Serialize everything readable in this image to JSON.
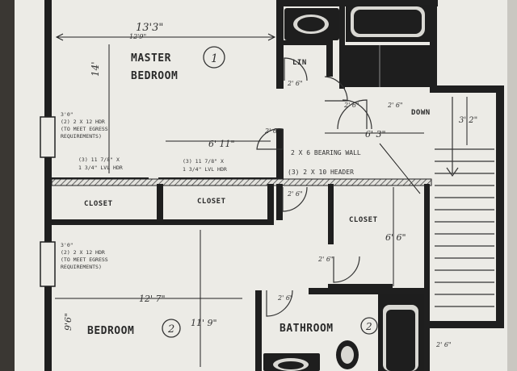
{
  "floor_plan": {
    "rooms": {
      "master_bedroom": {
        "line1": "MASTER",
        "line2": "BEDROOM",
        "number": "1"
      },
      "bedroom_2": {
        "label": "BEDROOM",
        "number": "2"
      },
      "bathroom_2": {
        "label": "BATHROOM",
        "number": "2"
      },
      "closet_left": "CLOSET",
      "closet_mid": "CLOSET",
      "closet_right": "CLOSET",
      "linen": "LIN",
      "stairs_down": "DOWN"
    },
    "dimensions": {
      "master_width": "13'3\"",
      "master_width_alt": "12'9\"",
      "master_depth": "14'",
      "hall_width": "6' 11\"",
      "hall_depth": "6' 3\"",
      "stair_width": "3' 2\"",
      "closet_depth": "6' 6\"",
      "bedroom2_width": "12' 7\"",
      "bedroom2_depth": "11' 9\"",
      "bedroom2_side": "9'6\""
    },
    "door_sizes": {
      "d1": "2' 6\"",
      "d2": "2' 6\"",
      "d3": "2' 6\"",
      "d4": "2' 6\"",
      "d5": "2' 6\"",
      "d6": "2' 6\"",
      "d7": "2' 6\"",
      "d8": "2' 6\""
    },
    "notes": {
      "window1": {
        "l1": "3'0\"",
        "l2": "(2) 2 X 12 HDR",
        "l3": "(TO MEET EGRESS",
        "l4": "REQUIREMENTS)"
      },
      "window2": {
        "l1": "3'0\"",
        "l2": "(2) 2 X 12 HDR",
        "l3": "(TO MEET EGRESS",
        "l4": "REQUIREMENTS)"
      },
      "lvl_left": {
        "l1": "(3) 11 7/8\" X",
        "l2": "1 3/4\" LVL HDR"
      },
      "lvl_mid": {
        "l1": "(3) 11 7/8\" X",
        "l2": "1 3/4\" LVL HDR"
      },
      "bearing_wall": "2 X 6 BEARING WALL",
      "header": "(3) 2 X 10 HEADER"
    }
  }
}
